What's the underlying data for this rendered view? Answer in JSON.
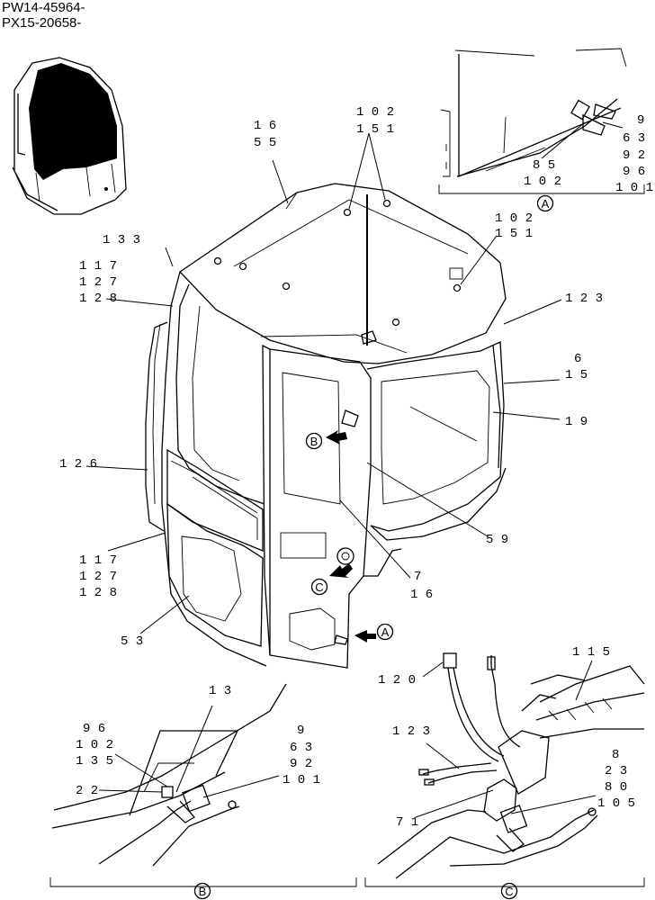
{
  "header": {
    "serial_1": "PW14-45964-",
    "serial_2": "PX15-20658-"
  },
  "callout_letters": {
    "a": "A",
    "b": "B",
    "c": "C"
  },
  "parts": [
    [
      "16",
      "55"
    ],
    [
      "102",
      "151"
    ],
    [
      "102",
      "151"
    ],
    [
      "133"
    ],
    [
      "117",
      "127",
      "128"
    ],
    [
      "123"
    ],
    [
      "6",
      "15"
    ],
    [
      "19"
    ],
    [
      "126"
    ],
    [
      "59"
    ],
    [
      "117",
      "127",
      "128"
    ],
    [
      "7",
      "16"
    ],
    [
      "53"
    ],
    [
      "9",
      "63",
      "92",
      "96",
      "101"
    ],
    [
      "85",
      "102"
    ],
    [
      "13"
    ],
    [
      "96",
      "102",
      "135"
    ],
    [
      "22"
    ],
    [
      "9",
      "63",
      "92",
      "101"
    ],
    [
      "120"
    ],
    [
      "115"
    ],
    [
      "123"
    ],
    [
      "8",
      "23",
      "80",
      "105"
    ],
    [
      "71"
    ]
  ]
}
